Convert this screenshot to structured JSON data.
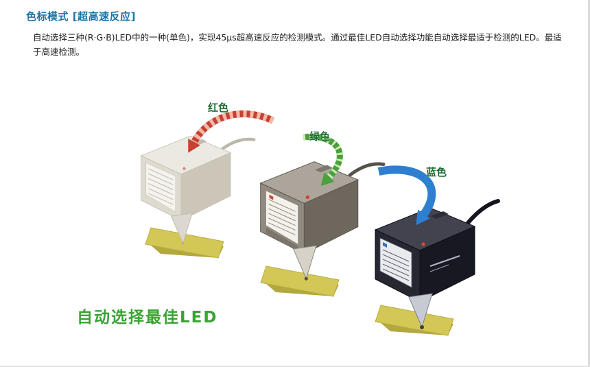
{
  "page": {
    "title": "色标模式 [超高速反应]",
    "description": "自动选择三种(R·G·B)LED中的一种(单色)，实现45μs超高速反应的检测模式。通过最佳LED自动选择功能自动选择最适于检测的LED。最适于高速检测。"
  },
  "illustration": {
    "led_labels": {
      "red": "红色",
      "green": "绿色",
      "blue": "蓝色"
    },
    "caption": "自动选择最佳LED",
    "colors": {
      "title_blue": "#1c74a6",
      "led_label_green": "#1e6e32",
      "caption_green": "#3aa335",
      "arrow_red": "#c8402f",
      "arrow_green": "#4aa03c",
      "arrow_blue": "#2f7fd1",
      "tape_yellow": "#d3c855"
    }
  }
}
